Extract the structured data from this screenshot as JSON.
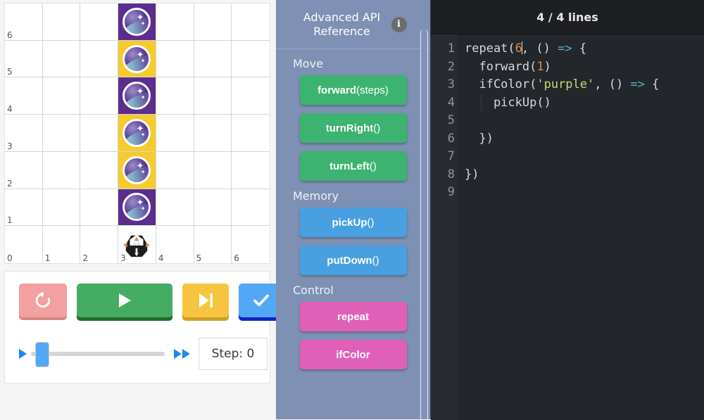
{
  "grid": {
    "col_labels": [
      "0",
      "1",
      "2",
      "3",
      "4",
      "5",
      "6"
    ],
    "row_labels": [
      "6",
      "5",
      "4",
      "3",
      "2",
      "1",
      "0"
    ],
    "gem_column_index": 3,
    "cells": [
      {
        "row": 6,
        "col": 3,
        "color": "purple",
        "item": "gem-orb"
      },
      {
        "row": 5,
        "col": 3,
        "color": "yellow",
        "item": "gem-orb"
      },
      {
        "row": 4,
        "col": 3,
        "color": "purple",
        "item": "gem-orb"
      },
      {
        "row": 3,
        "col": 3,
        "color": "yellow",
        "item": "gem-orb"
      },
      {
        "row": 2,
        "col": 3,
        "color": "yellow",
        "item": "gem-orb"
      },
      {
        "row": 1,
        "col": 3,
        "color": "purple",
        "item": "gem-orb"
      }
    ],
    "robot": {
      "row": 0,
      "col": 3,
      "facing": "up"
    },
    "colors": {
      "purple": "#5b2d8e",
      "yellow": "#f5cb2e",
      "grid_line": "#d6d6d6"
    }
  },
  "controls": {
    "reset_label": "reset",
    "play_label": "play",
    "step_label": "step-forward",
    "check_label": "check",
    "speed_slow_label": "slow",
    "speed_fast_label": "fast",
    "step_counter": "Step: 0",
    "colors": {
      "reset": "#f3a0a0",
      "play": "#45ac63",
      "step": "#f7c440",
      "check": "#53a8f5",
      "slider_accent": "#53a8f5"
    }
  },
  "api": {
    "title": "Advanced API Reference",
    "info_glyph": "i",
    "sections": [
      {
        "name": "Move",
        "buttons": [
          {
            "name": "forward",
            "args": "(steps)",
            "color": "green"
          },
          {
            "name": "turnRight",
            "args": "()",
            "color": "green"
          },
          {
            "name": "turnLeft",
            "args": "()",
            "color": "green"
          }
        ]
      },
      {
        "name": "Memory",
        "buttons": [
          {
            "name": "pickUp",
            "args": "()",
            "color": "blue"
          },
          {
            "name": "putDown",
            "args": "()",
            "color": "blue"
          }
        ]
      },
      {
        "name": "Control",
        "buttons": [
          {
            "name": "repeat",
            "args": "",
            "color": "pink"
          },
          {
            "name": "ifColor",
            "args": "",
            "color": "pink"
          }
        ]
      }
    ],
    "colors": {
      "panel": "#7e90b4",
      "green": "#3cb371",
      "blue": "#49a0e0",
      "pink": "#e060b8"
    }
  },
  "editor": {
    "header": "4 / 4 lines",
    "line_numbers": [
      "1",
      "2",
      "3",
      "4",
      "5",
      "6",
      "7",
      "8",
      "9"
    ],
    "fold_lines": [
      "1",
      "3"
    ],
    "lines": [
      "repeat(6, () => {",
      "  forward(1)",
      "  ifColor('purple', () => {",
      "    pickUp()",
      "",
      "  })",
      "",
      "})",
      ""
    ],
    "colors": {
      "bg": "#23262b",
      "gutter": "#282c32",
      "number": "#e08a46",
      "string": "#cfd96a",
      "arrow": "#56b6c2",
      "text": "#d6d9de"
    }
  }
}
